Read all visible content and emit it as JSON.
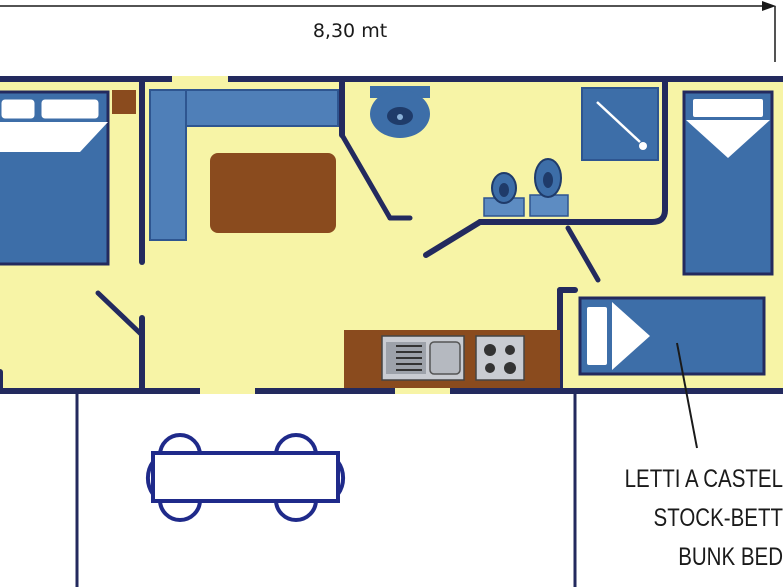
{
  "dimension": {
    "length_label": "8,30 mt"
  },
  "bunk_bed_label": {
    "italian": "LETTI A CASTEL",
    "german": "STOCK-BETT",
    "english": "BUNK BED"
  },
  "colors": {
    "floor": "#f7f4a6",
    "wall": "#232a5e",
    "furniture_blue": "#3d6ea8",
    "furniture_blue_light": "#5d8cc2",
    "wood": "#8a4b1e",
    "terrace": "#ffffff"
  }
}
